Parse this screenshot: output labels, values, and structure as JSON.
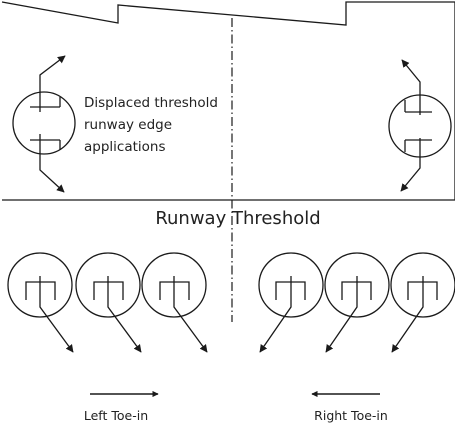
{
  "labels": {
    "displaced_note": [
      "Displaced threshold",
      "runway edge",
      "applications"
    ],
    "threshold": "Runway Threshold",
    "left_toe_in": "Left Toe-in",
    "right_toe_in": "Right Toe-in"
  },
  "colors": {
    "ink": "#1a1a1a",
    "text": "#222222"
  }
}
